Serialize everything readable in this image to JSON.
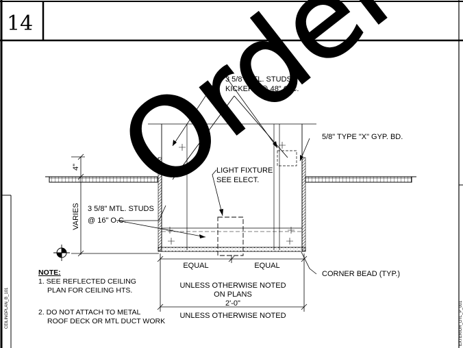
{
  "detail_number": "14",
  "watermark": "Order",
  "side_code_left": "CEILINGPLAN_B_101",
  "side_code_right": "EXTERIOR_DTL_P_001",
  "labels": {
    "studs_kickers_1": "3 5/8\" MTL. STUDS",
    "studs_kickers_2": "KICKERS @ 48\" O.C.",
    "gyp_bd": "5/8\" TYPE \"X\" GYP. BD.",
    "light_fixture_1": "LIGHT FIXTURE",
    "light_fixture_2": "SEE ELECT.",
    "studs_16_1": "3 5/8\" MTL. STUDS",
    "studs_16_2": "@ 16\" O.C.",
    "corner_bead": "CORNER BEAD (TYP.)",
    "four_inch": "4\"",
    "varies": "VARIES"
  },
  "dimensions": {
    "equal_left": "EQUAL",
    "equal_right": "EQUAL",
    "uno_1": "UNLESS OTHERWISE NOTED",
    "uno_2": "ON PLANS",
    "two_ft": "2'-0\"",
    "uno_3": "UNLESS OTHERWISE NOTED"
  },
  "notes": {
    "heading": "NOTE:",
    "n1_a": "1. SEE REFLECTED CEILING",
    "n1_b": "PLAN FOR CEILING HTS.",
    "n2_a": "2. DO NOT ATTACH TO METAL",
    "n2_b": "ROOF DECK OR MTL DUCT WORK"
  }
}
